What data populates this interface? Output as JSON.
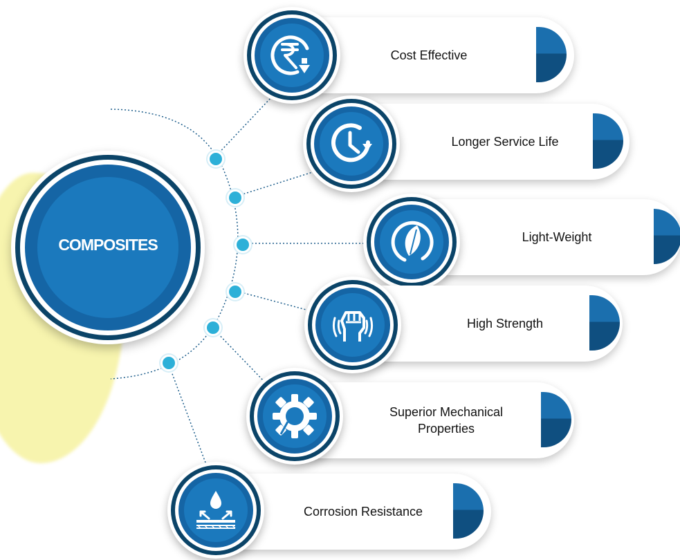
{
  "center": {
    "label": "COMPOSITES"
  },
  "benefits": [
    {
      "label": "Cost  Effective",
      "icon": "rupee-down-icon"
    },
    {
      "label": "Longer Service Life",
      "icon": "clock-refresh-icon"
    },
    {
      "label": "Light-Weight",
      "icon": "feather-icon"
    },
    {
      "label": "High Strength",
      "icon": "fist-icon"
    },
    {
      "label": "Superior Mechanical Properties",
      "line1": "Superior Mechanical",
      "line2": "Properties",
      "icon": "gear-icon"
    },
    {
      "label": "Corrosion Resistance",
      "icon": "water-drop-surface-icon"
    }
  ],
  "colors": {
    "dark": "#0b4468",
    "primary": "#1565a5",
    "accent": "#2db0d8",
    "highlight": "#f7f3a6"
  }
}
